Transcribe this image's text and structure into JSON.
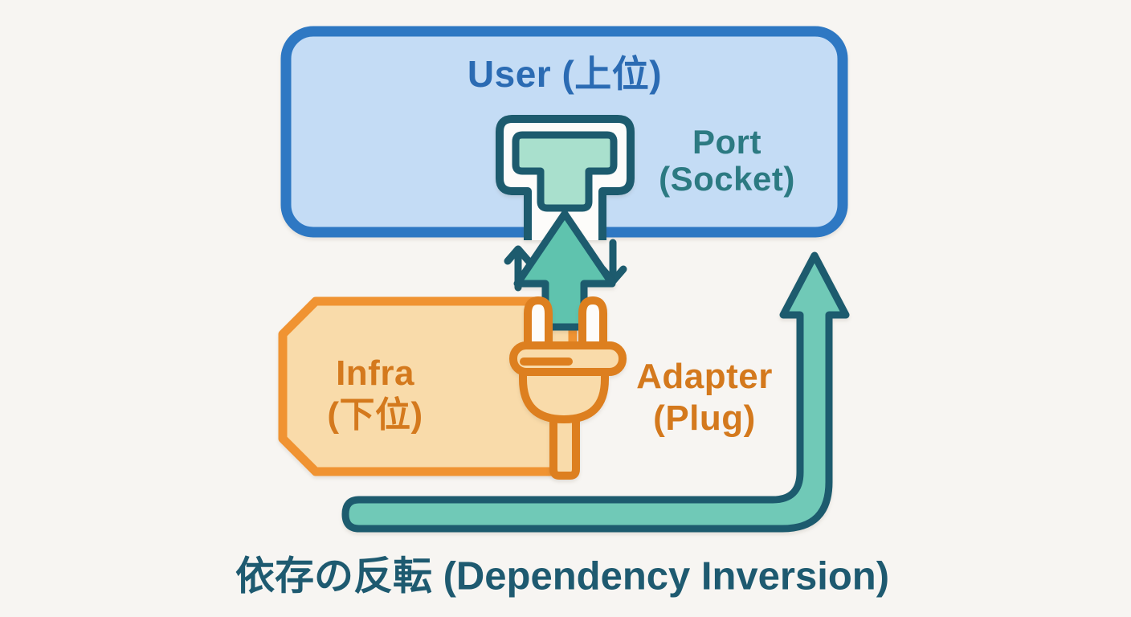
{
  "diagram_title": "依存の反転 (Dependency Inversion)",
  "user_box": {
    "label": "User (上位)"
  },
  "port": {
    "line1": "Port",
    "line2": "(Socket)"
  },
  "infra_box": {
    "line1": "Infra",
    "line2": "(下位)"
  },
  "adapter": {
    "line1": "Adapter",
    "line2": "(Plug)"
  },
  "icons": {
    "socket": "socket-icon",
    "plug": "plug-icon",
    "plug_to_socket_arrow": "up-arrow-icon",
    "call_arrow": "thin-up-arrow-icon",
    "return_arrow": "thin-down-arrow-icon",
    "dependency_arrow": "l-shaped-up-arrow-icon"
  },
  "colors": {
    "background": "#f7f5f2",
    "user-box-fill": "#c4dcf5",
    "user-box-border": "#2e78c3",
    "user-label": "#2b6bb3",
    "port-label": "#2c7a82",
    "infra-box-fill": "#f9dbaa",
    "infra-box-border": "#f09332",
    "orange-text": "#d4791d",
    "plug-stroke": "#dd7f1f",
    "teal-fill": "#70c9b7",
    "arrow-fill": "#5fc3ae",
    "socket-inner-fill": "#a9e0cd",
    "dark-teal": "#1d5b6e",
    "title-color": "#1e5a70",
    "white": "#fdfcfa"
  }
}
